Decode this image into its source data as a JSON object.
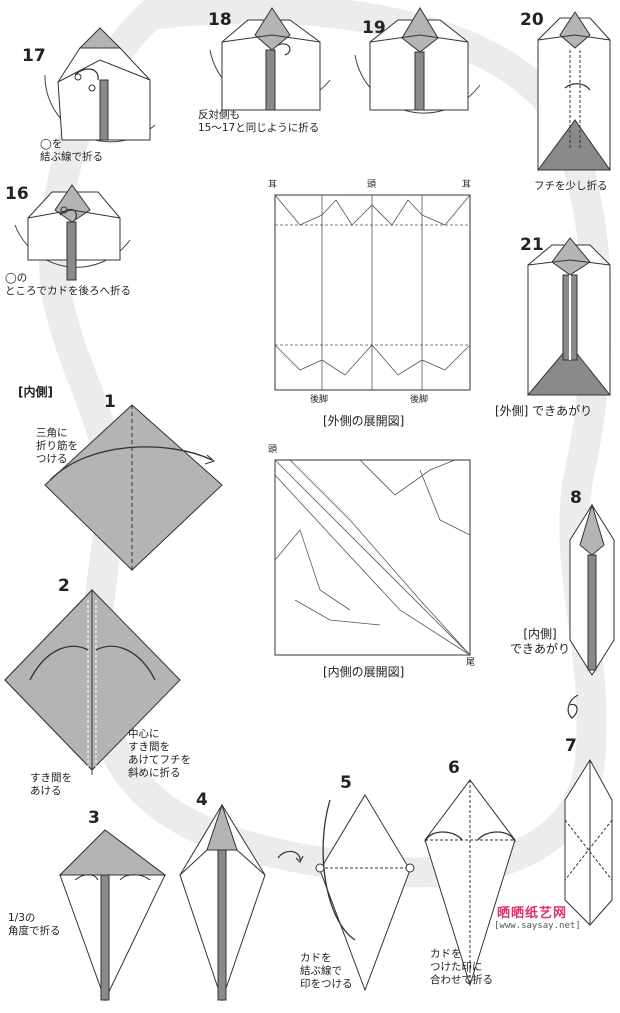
{
  "steps": {
    "s1": "1",
    "s2": "2",
    "s3": "3",
    "s4": "4",
    "s5": "5",
    "s6": "6",
    "s7": "7",
    "s8": "8",
    "s16": "16",
    "s17": "17",
    "s18": "18",
    "s19": "19",
    "s20": "20",
    "s21": "21"
  },
  "notes": {
    "n17": "◯を\n結ぶ線で折る",
    "n18": "反対側も\n15〜17と同じように折る",
    "n20": "フチを少し折る",
    "n16": "◯の\nところでカドを後ろへ折る",
    "n1": "三角に\n折り筋を\nつける",
    "n2a": "中心に\nすき間を\nあけてフチを\n斜めに折る",
    "n2b": "すき間を\nあける",
    "n3": "1/3の\n角度で折る",
    "n5": "カドを\n結ぶ線で\n印をつける",
    "n6": "カドを\nつけた印に\n合わせて折る"
  },
  "labels": {
    "inner_section": "[内側]",
    "outer_done": "[外側] できあがり",
    "outer_cp": "[外側の展開図]",
    "inner_cp": "[内側の展開図]",
    "inner_done": "[内側]\nできあがり",
    "mimi": "耳",
    "atama": "頭",
    "ushiroashi": "後脚",
    "o": "尾"
  },
  "watermark": {
    "brand": "晒晒纸艺网",
    "url": "[www.saysay.net]"
  },
  "colors": {
    "gray": "#b4b4b4",
    "dark": "#8a8a8a",
    "line": "#333333",
    "band": "#ececec",
    "brand": "#e0306a"
  }
}
